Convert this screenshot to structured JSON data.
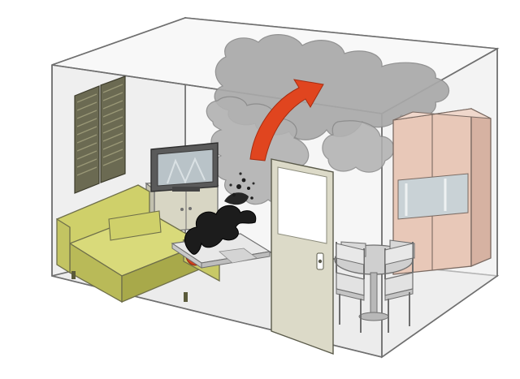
{
  "illustration": {
    "elements": [
      "room-box",
      "window-shutters",
      "television",
      "tv-cabinet",
      "sofa",
      "coffee-table",
      "smoldering-fire",
      "black-smoke-plume",
      "grey-smoke-cloud",
      "smoke-direction-arrow",
      "door",
      "wardrobe",
      "dining-table",
      "dining-chairs"
    ]
  },
  "colors": {
    "wall_stroke": "#6f6f6f",
    "wall_fill": "#f3f3f3",
    "shutter": "#6b6a52",
    "tv_body": "#5a5a5a",
    "tv_screen": "#b9c3c8",
    "cabinet": "#d8d6c4",
    "sofa": "#cfd06a",
    "sofa_dark": "#a8a94a",
    "fire": "#d2421f",
    "black_smoke": "#1c1c1c",
    "grey_smoke": "#a9a9a9",
    "arrow": "#e0451f",
    "door": "#dcdac8",
    "door_glass": "#ffffff",
    "wardrobe": "#e8c8b8",
    "wardrobe_glass": "#c9d2d6",
    "table": "#cfcfcf",
    "chair": "#cfcfcf"
  }
}
